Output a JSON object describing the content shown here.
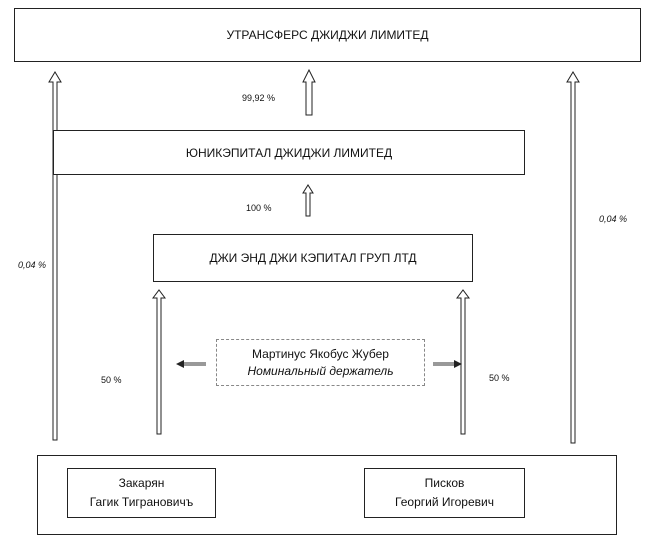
{
  "entities": {
    "top": "УТРАНСФЕРС ДЖИДЖИ ЛИМИТЕД",
    "middle": "ЮНИКЭПИТАЛ ДЖИДЖИ ЛИМИТЕД",
    "lower": "ДЖИ ЭНД ДЖИ КЭПИТАЛ ГРУП ЛТД"
  },
  "nominee": {
    "name": "Мартинус Якобус Жубер",
    "role": "Номинальный держатель"
  },
  "owners": [
    {
      "surname": "Закарян",
      "given": "Гагик  Тиграновичъ"
    },
    {
      "surname": "Писков",
      "given": "Георгий Игоревич"
    }
  ],
  "shares": {
    "middle_to_top": "99,92 %",
    "lower_to_middle": "100 %",
    "left_direct": "0,04 %",
    "right_direct": "0,04 %",
    "left_owner": "50 %",
    "right_owner": "50 %"
  }
}
